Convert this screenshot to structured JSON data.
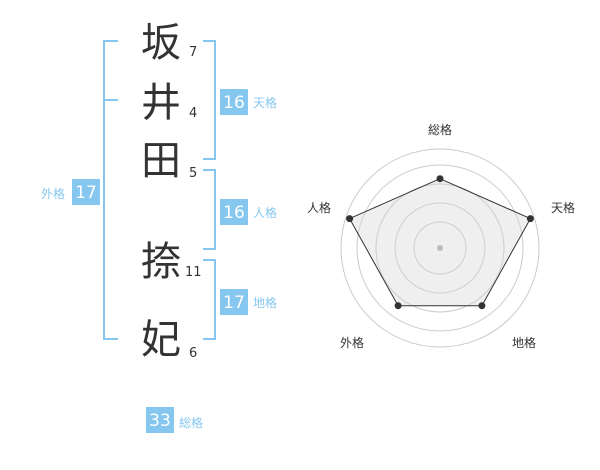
{
  "name_chars": [
    {
      "char": "坂",
      "strokes": "7"
    },
    {
      "char": "井",
      "strokes": "4"
    },
    {
      "char": "田",
      "strokes": "5"
    },
    {
      "char": "捺",
      "strokes": "11"
    },
    {
      "char": "妃",
      "strokes": "6"
    }
  ],
  "fortunes": {
    "tenkaku": {
      "value": "16",
      "label": "天格"
    },
    "jinkaku": {
      "value": "16",
      "label": "人格"
    },
    "chikaku": {
      "value": "17",
      "label": "地格"
    },
    "gaikaku": {
      "value": "17",
      "label": "外格"
    },
    "soukaku": {
      "value": "33",
      "label": "総格"
    }
  },
  "radar": {
    "axes": [
      "総格",
      "天格",
      "地格",
      "外格",
      "人格"
    ],
    "levels": [
      0.7,
      0.96,
      0.72,
      0.72,
      0.96
    ],
    "accent": "#86c7f0"
  }
}
